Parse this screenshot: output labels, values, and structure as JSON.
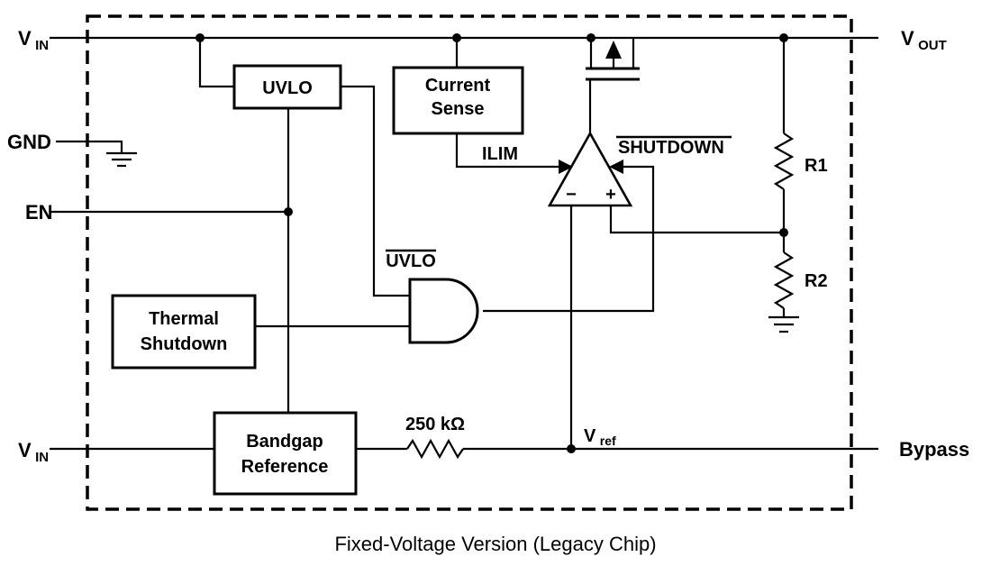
{
  "diagram": {
    "caption": "Fixed-Voltage Version (Legacy Chip)",
    "pins": {
      "vin_top": {
        "main": "V",
        "sub": "IN"
      },
      "vout": {
        "main": "V",
        "sub": "OUT"
      },
      "gnd": "GND",
      "en": "EN",
      "vin_bottom": {
        "main": "V",
        "sub": "IN"
      },
      "bypass": "Bypass"
    },
    "blocks": {
      "uvlo": "UVLO",
      "current_sense": {
        "line1": "Current",
        "line2": "Sense"
      },
      "thermal_shutdown": {
        "line1": "Thermal",
        "line2": "Shutdown"
      },
      "bandgap_reference": {
        "line1": "Bandgap",
        "line2": "Reference"
      }
    },
    "signals": {
      "uvlo_bar": "UVLO",
      "shutdown_bar": "SHUTDOWN",
      "ilim": "ILIM",
      "vref": {
        "main": "V",
        "sub": "ref"
      }
    },
    "components": {
      "r1": "R1",
      "r2": "R2",
      "bypass_resistor": "250 kΩ"
    },
    "amplifier": {
      "minus": "−",
      "plus": "+"
    },
    "colors": {
      "line": "#000000",
      "background": "#ffffff"
    }
  }
}
